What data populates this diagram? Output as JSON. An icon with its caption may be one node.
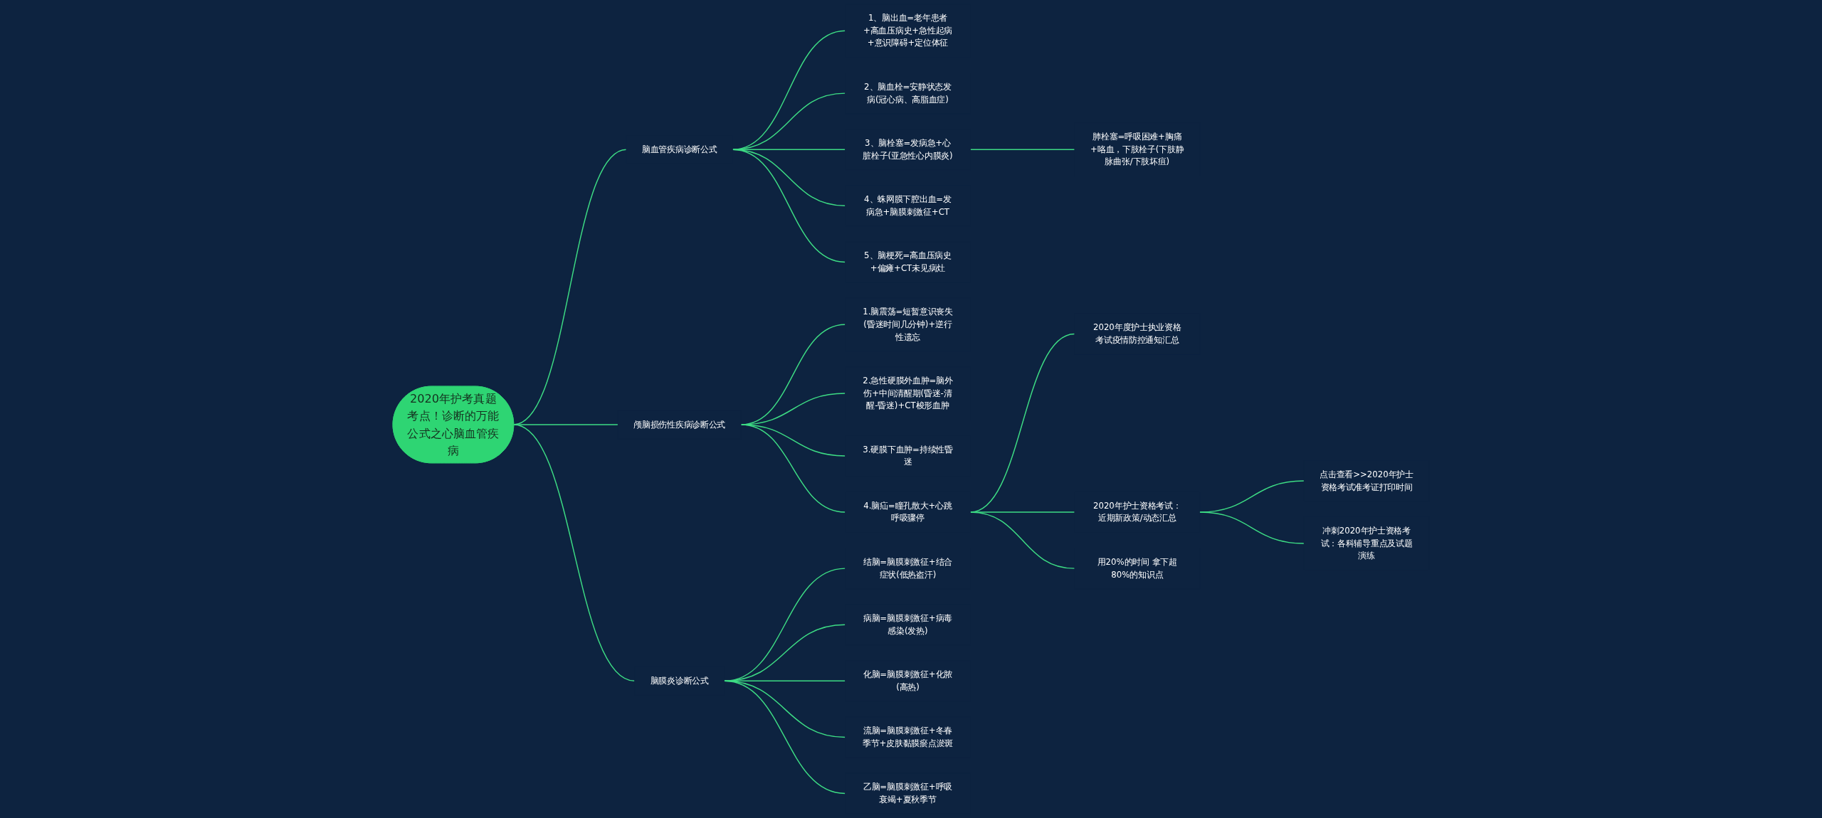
{
  "diagram": {
    "nodes": [
      {
        "text": [
          "2020年护考真题考点！诊断的万能公式之心脑血管疾病"
        ]
      },
      {
        "text": [
          "脑血管疾病诊断公式"
        ]
      },
      {
        "text": [
          "1、脑出血=老年患者+高血压病史+急性起病+意识障碍+定位体征"
        ]
      },
      {
        "text": [
          "2、脑血栓=安静状态发病(冠心病、高脂血症)"
        ]
      },
      {
        "text": [
          "3、脑栓塞=发病急+心脏栓子(亚急性心内膜炎)"
        ]
      },
      {
        "text": [
          "4、蛛网膜下腔出血=发病急+脑膜刺激征+CT"
        ]
      },
      {
        "text": [
          "5、脑梗死=高血压病史+偏瘫+CT未见病灶"
        ]
      },
      {
        "text": [
          "肺栓塞=呼吸困难+胸痛+咯血，下肢栓子(下肢静脉曲张/下肢坏疽)"
        ]
      },
      {
        "text": [
          "颅脑损伤性疾病诊断公式"
        ]
      },
      {
        "text": [
          "1.脑震荡=短暂意识丧失(昏迷时间几分钟)+逆行性遗忘"
        ]
      },
      {
        "text": [
          "2.急性硬膜外血肿=脑外伤+中间清醒期(昏迷-清醒-昏迷)+CT梭形血肿"
        ]
      },
      {
        "text": [
          "3.硬膜下血肿=持续性昏迷"
        ]
      },
      {
        "text": [
          "4.脑疝=瞳孔散大+心跳呼吸骤停"
        ]
      },
      {
        "text": [
          "2020年度护士执业资格考试疫情防控通知汇总"
        ]
      },
      {
        "text": [
          "2020年护士资格考试：近期新政策/动态汇总"
        ]
      },
      {
        "text": [
          "用20%的时间 拿下超80%的知识点"
        ]
      },
      {
        "text": [
          "点击查看>>2020年护士资格考试准考证打印时间"
        ]
      },
      {
        "text": [
          "冲刺2020年护士资格考试：各科辅导重点及试题演练"
        ]
      },
      {
        "text": [
          "脑膜炎诊断公式"
        ]
      },
      {
        "text": [
          "结脑=脑膜刺激征+结合症状(低热盗汗)"
        ]
      },
      {
        "text": [
          "病脑=脑膜刺激征+病毒感染(发热)"
        ]
      },
      {
        "text": [
          "化脑=脑膜刺激征+化脓(高热)"
        ]
      },
      {
        "text": [
          "流脑=脑膜刺激征+冬春季节+皮肤黏膜瘀点淤斑"
        ]
      },
      {
        "text": [
          "乙脑=脑膜刺激征+呼吸衰竭+夏秋季节"
        ]
      }
    ],
    "edges": [
      {
        "from": 0,
        "to": 1,
        "arrow": "none"
      },
      {
        "from": 1,
        "to": 2,
        "arrow": "none"
      },
      {
        "from": 1,
        "to": 3,
        "arrow": "none"
      },
      {
        "from": 1,
        "to": 4,
        "arrow": "none"
      },
      {
        "from": 1,
        "to": 5,
        "arrow": "none"
      },
      {
        "from": 1,
        "to": 6,
        "arrow": "none"
      },
      {
        "from": 4,
        "to": 7,
        "arrow": "none"
      },
      {
        "from": 0,
        "to": 8,
        "arrow": "none"
      },
      {
        "from": 8,
        "to": 9,
        "arrow": "none"
      },
      {
        "from": 8,
        "to": 10,
        "arrow": "none"
      },
      {
        "from": 8,
        "to": 11,
        "arrow": "none"
      },
      {
        "from": 8,
        "to": 12,
        "arrow": "none"
      },
      {
        "from": 12,
        "to": 13,
        "arrow": "none"
      },
      {
        "from": 12,
        "to": 14,
        "arrow": "none"
      },
      {
        "from": 12,
        "to": 15,
        "arrow": "none"
      },
      {
        "from": 14,
        "to": 16,
        "arrow": "none"
      },
      {
        "from": 14,
        "to": 17,
        "arrow": "none"
      },
      {
        "from": 0,
        "to": 18,
        "arrow": "none"
      },
      {
        "from": 18,
        "to": 19,
        "arrow": "none"
      },
      {
        "from": 18,
        "to": 20,
        "arrow": "none"
      },
      {
        "from": 18,
        "to": 21,
        "arrow": "none"
      },
      {
        "from": 18,
        "to": 22,
        "arrow": "none"
      },
      {
        "from": 18,
        "to": 23,
        "arrow": "none"
      }
    ]
  }
}
